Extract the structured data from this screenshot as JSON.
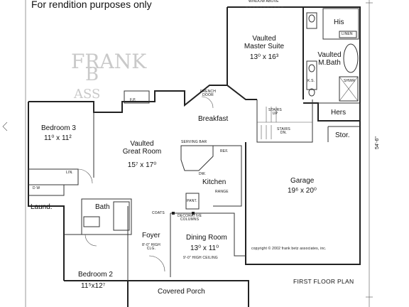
{
  "notice": "For rendition purposes only",
  "plan_title": "FIRST FLOOR PLAN",
  "copyright": "copyright © 2002 frank betz associates, inc.",
  "overall_dimension": "54'-6\"",
  "rooms": {
    "master_suite": {
      "name": "Vaulted\nMaster Suite",
      "dim": "13⁰ x 16³"
    },
    "master_bath": {
      "name": "Vaulted\nM.Bath"
    },
    "his_closet": {
      "name": "His"
    },
    "hers_closet": {
      "name": "Hers"
    },
    "bedroom3": {
      "name": "Bedroom 3",
      "dim": "11⁰ x 11²"
    },
    "great_room": {
      "name": "Vaulted\nGreat Room",
      "dim": "15⁷ x 17⁰"
    },
    "breakfast": {
      "name": "Breakfast"
    },
    "kitchen": {
      "name": "Kitchen"
    },
    "garage": {
      "name": "Garage",
      "dim": "19⁶ x 20⁰"
    },
    "storage": {
      "name": "Stor."
    },
    "laundry": {
      "name": "Laund."
    },
    "bath": {
      "name": "Bath"
    },
    "foyer": {
      "name": "Foyer",
      "note": "8'-0\" HIGH\nCLG."
    },
    "dining": {
      "name": "Dining Room",
      "dim": "13⁰ x 11⁰",
      "note": "9'-0\" HIGH CEILING"
    },
    "bedroom2": {
      "name": "Bedroom 2",
      "dim": "11⁵x12⁷"
    },
    "porch": {
      "name": "Covered Porch"
    }
  },
  "notes": {
    "window_above": "WINDOW ABOVE",
    "linen_master": "LINEN",
    "shower": "SHWR",
    "ks": "K.S.",
    "french_door": "FRENCH\nDOOR",
    "stairs_up": "STAIRS\nUP",
    "stairs_dn": "STAIRS\nDN.",
    "serving_bar": "SERVING BAR",
    "ref": "REF.",
    "dw": "DW.",
    "range": "RANGE",
    "pantry": "PANT.",
    "coats": "COATS",
    "decorative_columns": "DECORATIVE\nCOLUMNS",
    "linen_hall": "LIN.",
    "dw_laundry": "D    W",
    "fireplace": "F.P."
  },
  "watermark": [
    "FRANK",
    "B",
    "ASS"
  ]
}
